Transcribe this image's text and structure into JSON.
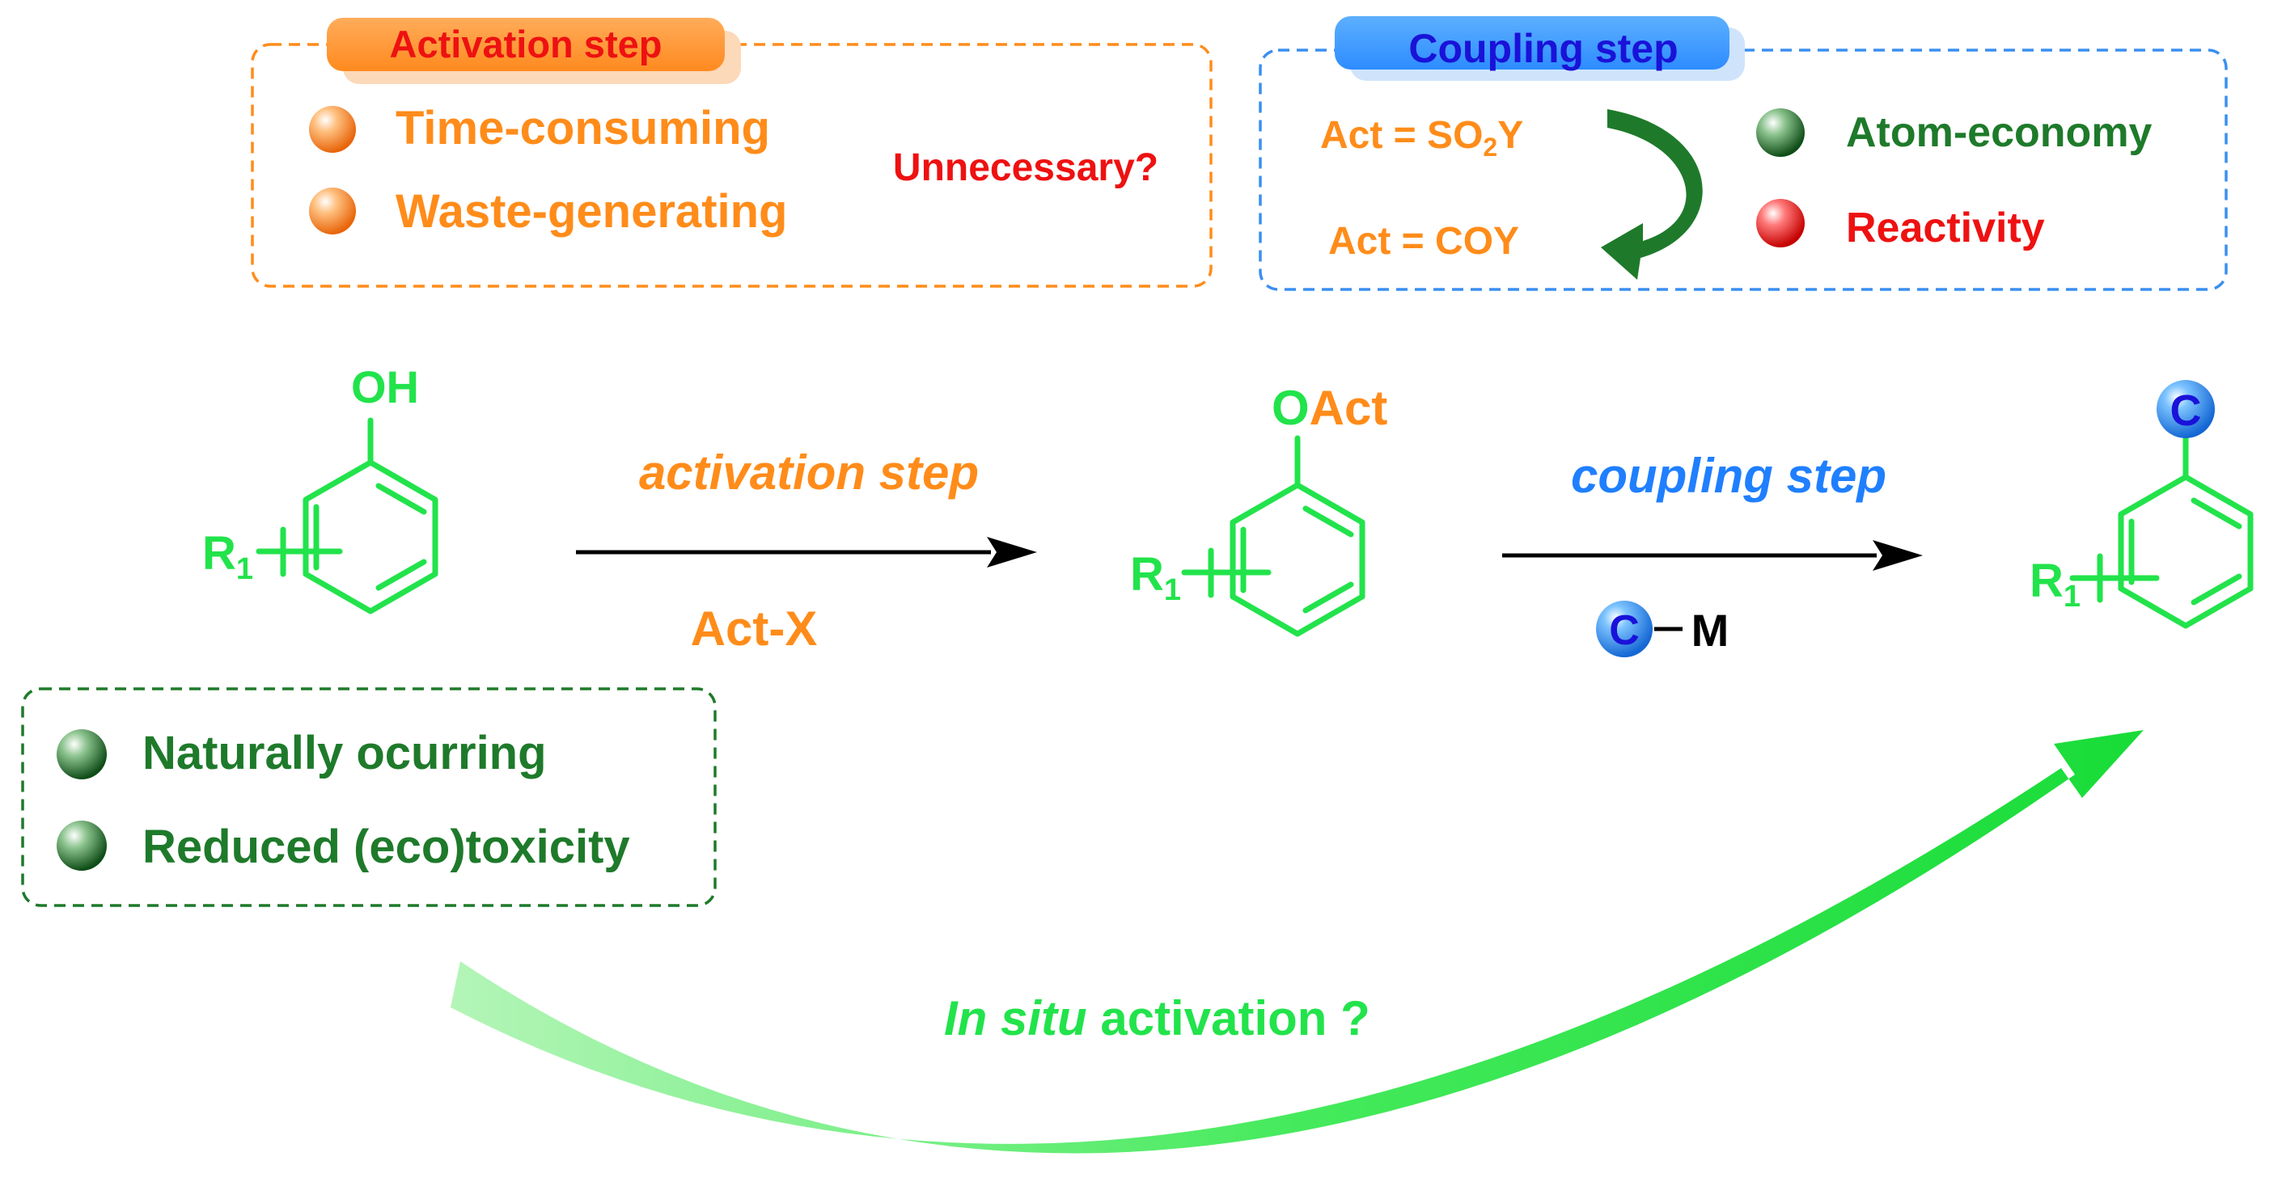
{
  "activation_box": {
    "title": "Activation step",
    "items": [
      "Time-consuming",
      "Waste-generating"
    ],
    "question": "Unnecessary?"
  },
  "coupling_box": {
    "title": "Coupling step",
    "act_top": {
      "main": "Act = SO",
      "sub": "2",
      "tail": "Y"
    },
    "act_bottom": "Act = COY",
    "items": [
      "Atom-economy",
      "Reactivity"
    ]
  },
  "phenol": {
    "substituent": "OH",
    "r_label": "R",
    "r_sub": "1"
  },
  "arrow1": {
    "label_above": "activation step",
    "label_below": "Act-X"
  },
  "activated": {
    "o": "O",
    "act": "Act",
    "r_label": "R",
    "r_sub": "1"
  },
  "arrow2": {
    "label_above": "coupling step",
    "reagent_c": "C",
    "reagent_m": "M"
  },
  "product": {
    "c_ball": "C",
    "r_label": "R",
    "r_sub": "1"
  },
  "phenol_box": {
    "items": [
      "Naturally ocurring",
      "Reduced (eco)toxicity"
    ]
  },
  "bottom": {
    "label_italic": "In situ",
    "label_rest": " activation ?"
  },
  "colors": {
    "orange": "#ff8c1a",
    "red": "#ee1111",
    "blue": "#1f7fff",
    "navy": "#1a12d8",
    "dark_green": "#1e7a2a",
    "bright_green": "#22e34b",
    "black": "#000000"
  },
  "icons": {
    "orange_bullet": "orange-sphere",
    "green_bullet": "green-sphere",
    "red_bullet": "red-sphere",
    "c_ball": "blue-sphere",
    "curved_arrow": "dark-green-curved-arrow",
    "big_arrow": "green-gradient-curved-arrow"
  }
}
